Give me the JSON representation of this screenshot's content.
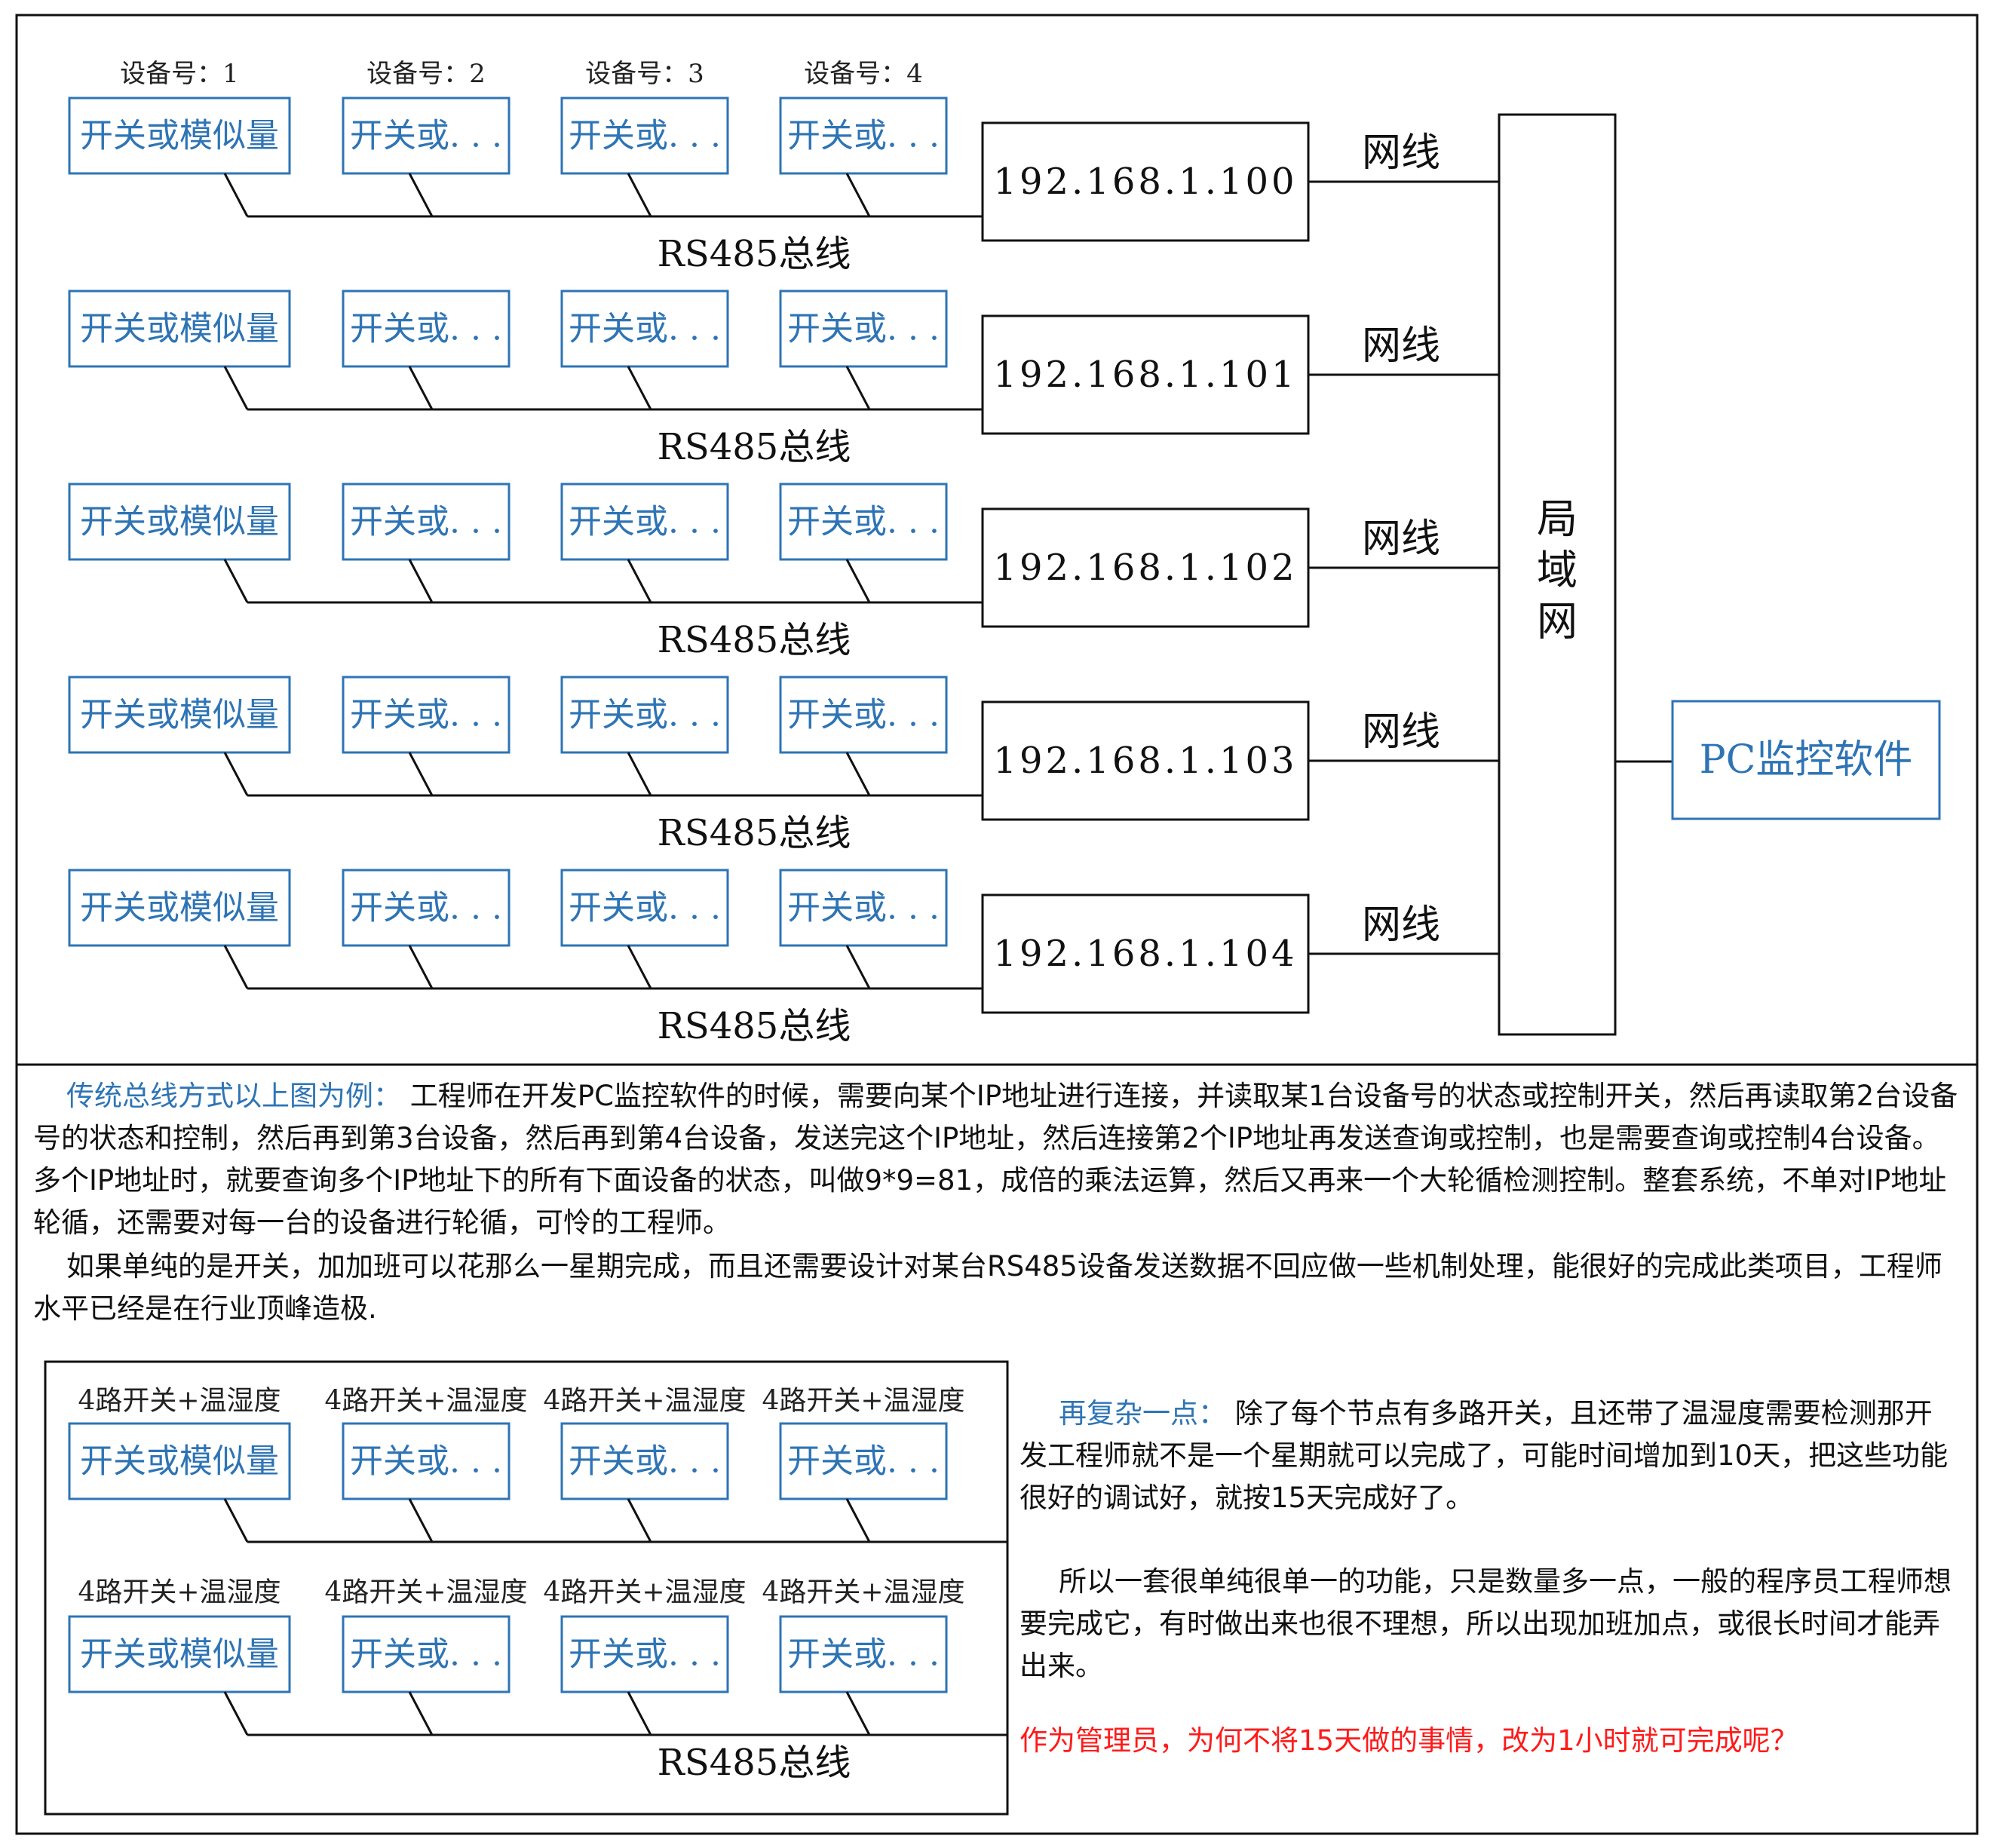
{
  "colors": {
    "accent": "#2e74b5",
    "stroke": "#111111",
    "warning": "#ff1a1a"
  },
  "top_diagram": {
    "device_number_labels": [
      "设备号：1",
      "设备号：2",
      "设备号：3",
      "设备号：4"
    ],
    "rows": [
      {
        "devices": [
          "开关或模似量",
          "开关或. . .",
          "开关或. . .",
          "开关或. . ."
        ],
        "bus_label": "RS485总线",
        "gateway_ip": "192.168.1.100",
        "link_label": "网线"
      },
      {
        "devices": [
          "开关或模似量",
          "开关或. . .",
          "开关或. . .",
          "开关或. . ."
        ],
        "bus_label": "RS485总线",
        "gateway_ip": "192.168.1.101",
        "link_label": "网线"
      },
      {
        "devices": [
          "开关或模似量",
          "开关或. . .",
          "开关或. . .",
          "开关或. . ."
        ],
        "bus_label": "RS485总线",
        "gateway_ip": "192.168.1.102",
        "link_label": "网线"
      },
      {
        "devices": [
          "开关或模似量",
          "开关或. . .",
          "开关或. . .",
          "开关或. . ."
        ],
        "bus_label": "RS485总线",
        "gateway_ip": "192.168.1.103",
        "link_label": "网线"
      },
      {
        "devices": [
          "开关或模似量",
          "开关或. . .",
          "开关或. . .",
          "开关或. . ."
        ],
        "bus_label": "RS485总线",
        "gateway_ip": "192.168.1.104",
        "link_label": "网线"
      }
    ],
    "lan_label": [
      "局",
      "域",
      "网"
    ],
    "pc_label": "PC监控软件"
  },
  "description": {
    "lead": "传统总线方式以上图为例：",
    "body": "工程师在开发PC监控软件的时候，需要向某个IP地址进行连接，并读取某1台设备号的状态或控制开关，然后再读取第2台设备号的状态和控制，然后再到第3台设备，然后再到第4台设备，发送完这个IP地址，然后连接第2个IP地址再发送查询或控制，也是需要查询或控制4台设备。多个IP地址时，就要查询多个IP地址下的所有下面设备的状态，叫做9*9=81，成倍的乘法运算，然后又再来一个大轮循检测控制。整套系统，不单对IP地址轮循，还需要对每一台的设备进行轮循，可怜的工程师。",
    "paragraph2": "如果单纯的是开关，加加班可以花那么一星期完成，而且还需要设计对某台RS485设备发送数据不回应做一些机制处理，能很好的完成此类项目，工程师水平已经是在行业顶峰造极."
  },
  "bottom_diagram": {
    "rows": [
      {
        "labels": [
          "4路开关+温湿度",
          "4路开关+温湿度",
          "4路开关+温湿度",
          "4路开关+温湿度"
        ],
        "devices": [
          "开关或模似量",
          "开关或. . .",
          "开关或. . .",
          "开关或. . ."
        ]
      },
      {
        "labels": [
          "4路开关+温湿度",
          "4路开关+温湿度",
          "4路开关+温湿度",
          "4路开关+温湿度"
        ],
        "devices": [
          "开关或模似量",
          "开关或. . .",
          "开关或. . .",
          "开关或. . ."
        ]
      }
    ],
    "bus_label": "RS485总线"
  },
  "side_text": {
    "lead": "再复杂一点：",
    "body": "除了每个节点有多路开关，且还带了温湿度需要检测那开发工程师就不是一个星期就可以完成了，可能时间增加到10天，把这些功能很好的调试好，就按15天完成好了。",
    "paragraph2": "所以一套很单纯很单一的功能，只是数量多一点，一般的程序员工程师想要完成它，有时做出来也很不理想，所以出现加班加点，或很长时间才能弄出来。",
    "question": "作为管理员，为何不将15天做的事情，改为1小时就可完成呢？"
  }
}
